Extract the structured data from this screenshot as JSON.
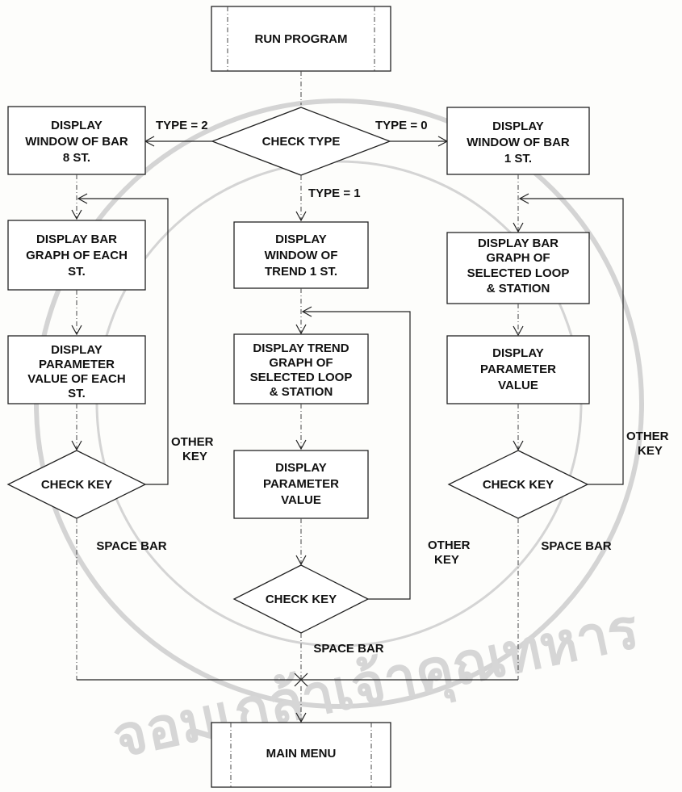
{
  "nodes": {
    "start": "RUN PROGRAM",
    "check_type": "CHECK TYPE",
    "left_window": [
      "DISPLAY",
      "WINDOW OF BAR",
      "8 ST."
    ],
    "right_window": [
      "DISPLAY",
      "WINDOW OF BAR",
      "1 ST."
    ],
    "left_bargraph": [
      "DISPLAY BAR",
      "GRAPH OF EACH",
      "ST."
    ],
    "mid_window": [
      "DISPLAY",
      "WINDOW OF",
      "TREND 1 ST."
    ],
    "right_bargraph": [
      "DISPLAY BAR",
      "GRAPH OF",
      "SELECTED LOOP",
      "& STATION"
    ],
    "left_param": [
      "DISPLAY",
      "PARAMETER",
      "VALUE OF EACH",
      "ST."
    ],
    "mid_trend": [
      "DISPLAY TREND",
      "GRAPH OF",
      "SELECTED LOOP",
      "& STATION"
    ],
    "right_param": [
      "DISPLAY",
      "PARAMETER",
      "VALUE"
    ],
    "mid_param": [
      "DISPLAY",
      "PARAMETER",
      "VALUE"
    ],
    "left_check": "CHECK KEY",
    "right_check": "CHECK KEY",
    "mid_check": "CHECK KEY",
    "end": "MAIN MENU"
  },
  "edge_labels": {
    "type2": "TYPE = 2",
    "type0": "TYPE = 0",
    "type1": "TYPE = 1",
    "left_other": [
      "OTHER",
      "KEY"
    ],
    "right_other": [
      "OTHER",
      "KEY"
    ],
    "mid_other": [
      "OTHER",
      "KEY"
    ],
    "left_space": "SPACE BAR",
    "right_space": "SPACE BAR",
    "mid_space": "SPACE BAR"
  }
}
